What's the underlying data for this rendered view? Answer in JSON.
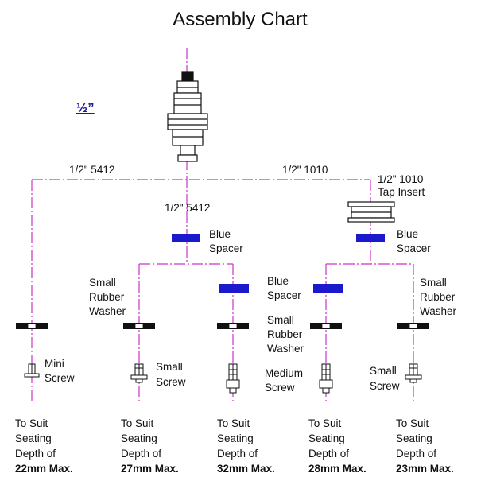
{
  "title": "Assembly Chart",
  "size_label": "½”",
  "branch_labels": {
    "left": "1/2\" 5412",
    "right": "1/2\" 1010",
    "center": "1/2\" 5412",
    "tap_insert": [
      "1/2\" 1010",
      "Tap  Insert"
    ]
  },
  "spacer_labels": {
    "center_blue": [
      "Blue",
      "Spacer"
    ],
    "right_blue": [
      "Blue",
      "Spacer"
    ],
    "mid_blue": [
      "Blue",
      "Spacer"
    ]
  },
  "washer_labels": {
    "left": [
      "Small",
      "Rubber",
      "Washer"
    ],
    "mid": [
      "Small",
      "Rubber",
      "Washer"
    ],
    "right": [
      "Small",
      "Rubber",
      "Washer"
    ]
  },
  "screw_labels": {
    "mini": [
      "Mini",
      "Screw"
    ],
    "small_1": [
      "Small",
      "Screw"
    ],
    "medium": [
      "Medium",
      "Screw"
    ],
    "small_2": [
      "Small",
      "Screw"
    ]
  },
  "depths": [
    [
      "To Suit",
      "Seating",
      "Depth of",
      "22mm Max."
    ],
    [
      "To Suit",
      "Seating",
      "Depth of",
      "27mm Max."
    ],
    [
      "To Suit",
      "Seating",
      "Depth of",
      "32mm Max."
    ],
    [
      "To Suit",
      "Seating",
      "Depth of",
      "28mm Max."
    ],
    [
      "To Suit",
      "Seating",
      "Depth of",
      "23mm Max."
    ]
  ],
  "colors": {
    "line": "#cc33cc",
    "spacer": "#1a1acc",
    "ink": "#111111"
  }
}
